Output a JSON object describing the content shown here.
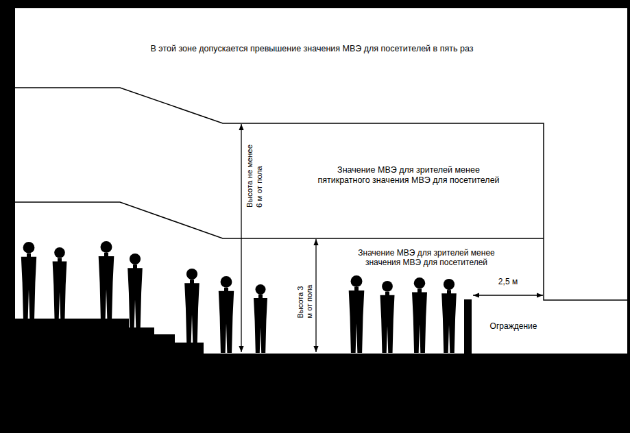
{
  "diagram": {
    "labels": [
      "В этой зоне допускается превышение значения МВЭ для посетителей в пять раз",
      "Значение МВЭ для зрителей менее пятикратного значения МВЭ для посетителей",
      "Высота не менее 6 м от пола",
      "Высота 3 м от пола",
      "Значение МВЭ для зрителей менее значения МВЭ для посетителей",
      "2,5 м",
      "Ограждение"
    ]
  }
}
